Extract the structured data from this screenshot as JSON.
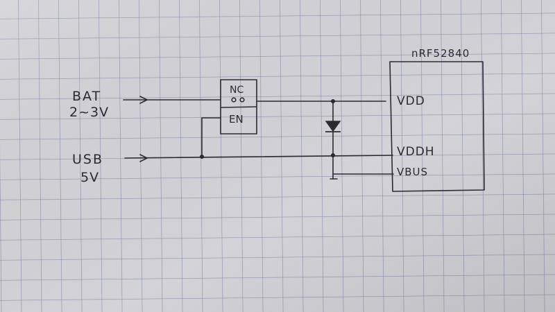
{
  "colors": {
    "paper": "#d4d4d8",
    "paper_shadow": "#b9b9bf",
    "grid": "#8e93ac",
    "ink": "#2a2a30"
  },
  "inputs": {
    "bat_line1": "BAT",
    "bat_line2": "2~3V",
    "usb_line1": "USB",
    "usb_line2": "5V"
  },
  "switch": {
    "nc_label": "NC",
    "en_label": "EN"
  },
  "chip": {
    "name": "nRF52840",
    "pin_vdd": "VDD",
    "pin_vddh": "VDDH",
    "pin_vbus": "VBUS"
  }
}
